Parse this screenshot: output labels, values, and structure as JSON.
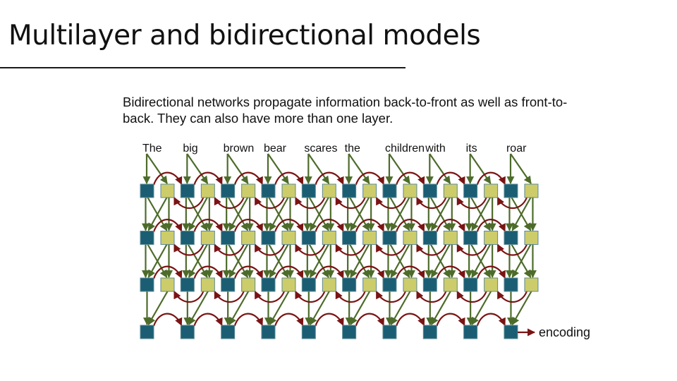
{
  "slide": {
    "title": "Multilayer and bidirectional models",
    "description": "Bidirectional networks propagate information back-to-front as well as front-to-back. They can also have more than one layer."
  },
  "diagram": {
    "words": [
      "The",
      "big",
      "brown",
      "bear",
      "scares",
      "the",
      "children",
      "with",
      "its",
      "roar"
    ],
    "bidirectional_layers": 3,
    "output_layer_label": "encoding",
    "colors": {
      "forward_node": "#1b5e74",
      "backward_node": "#cccc6a",
      "node_border": "#5d8a94",
      "vertical_edge": "#4d6b2a",
      "recurrent_edge": "#7a1414"
    }
  }
}
